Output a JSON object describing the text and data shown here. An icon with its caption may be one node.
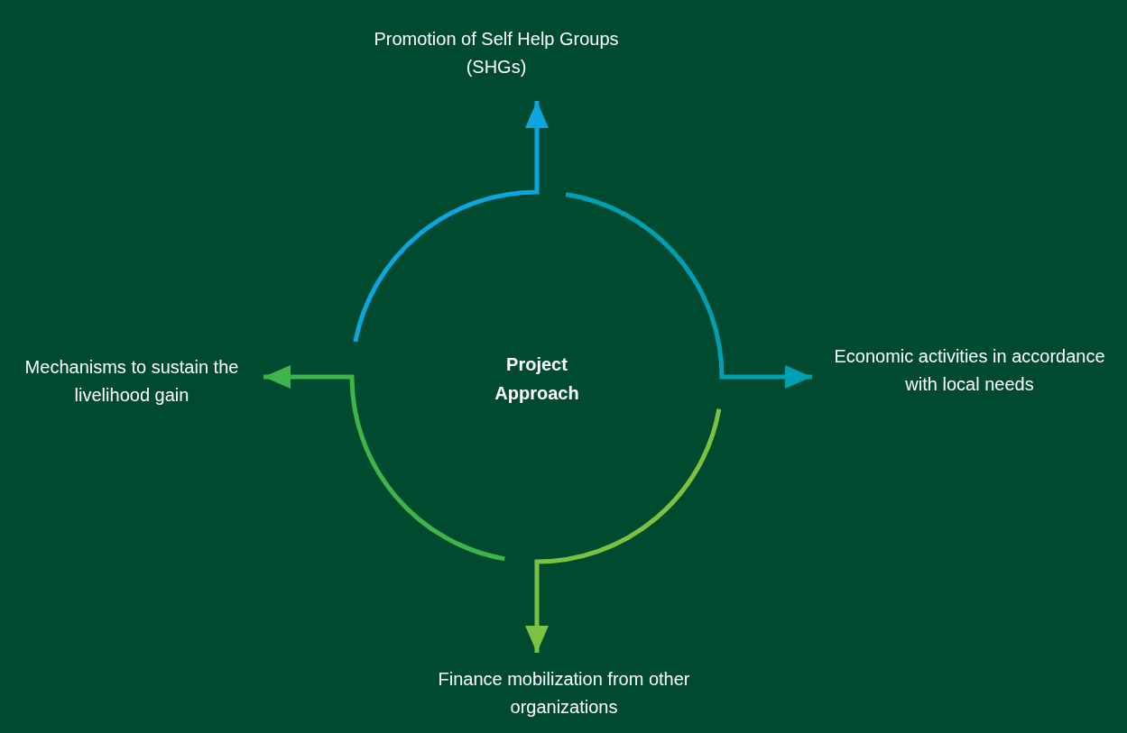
{
  "diagram": {
    "nodes": [
      {
        "text": [
          "Promotion of Self Help Groups (SHGs)"
        ]
      },
      {
        "text": [
          "Mechanisms to sustain the livelihood gain"
        ]
      },
      {
        "text": [
          "Economic activities in accordance with local needs"
        ]
      },
      {
        "text": [
          "Finance mobilization from other organizations"
        ]
      }
    ],
    "edges": [
      {
        "from": null,
        "to": 0,
        "arrow": "to",
        "color": "#0ba5e0"
      },
      {
        "from": null,
        "to": 2,
        "arrow": "to",
        "color": "#00a0b4"
      },
      {
        "from": null,
        "to": 3,
        "arrow": "to",
        "color": "#7cc142"
      },
      {
        "from": null,
        "to": 1,
        "arrow": "to",
        "color": "#3db54a"
      }
    ],
    "labels": [
      "Project Approach"
    ]
  }
}
